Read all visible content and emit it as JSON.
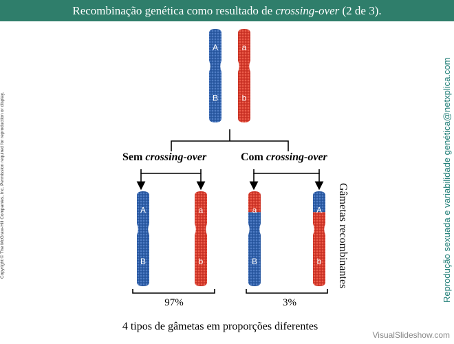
{
  "header": {
    "title_prefix": "Recombinação genética como resultado de ",
    "title_italic": "crossing-over",
    "title_suffix": " (2 de 3)."
  },
  "copyright": "Copyright © The McGraw-Hill Companies, Inc. Permission required for reproduction or display.",
  "side_title": "Reprodução sexuada e variabilidade genética@netxplica.com",
  "branches": {
    "left": {
      "prefix": "Sem ",
      "italic": "crossing-over"
    },
    "right": {
      "prefix": "Com ",
      "italic": "crossing-over"
    }
  },
  "recombinant_label": "Gâmetas recombinantes",
  "percentages": {
    "left": "97%",
    "right": "3%"
  },
  "caption": "4 tipos de gâmetas em proporções diferentes",
  "watermark": "VisualSlideshow.com",
  "colors": {
    "blue": "#2f5fa8",
    "red": "#d63a2c",
    "header": "#2f7e6b",
    "side_title": "#1f7d76"
  },
  "chromosomes": {
    "top": [
      {
        "top_gene": "A",
        "bottom_gene": "B",
        "top_color": "blue",
        "bottom_color": "blue"
      },
      {
        "top_gene": "a",
        "bottom_gene": "b",
        "top_color": "red",
        "bottom_color": "red"
      }
    ],
    "gametes": [
      {
        "top_gene": "A",
        "bottom_gene": "B",
        "top_color": "blue",
        "bottom_color": "blue"
      },
      {
        "top_gene": "a",
        "bottom_gene": "b",
        "top_color": "red",
        "bottom_color": "red"
      },
      {
        "top_gene": "a",
        "bottom_gene": "B",
        "top_color": "red",
        "bottom_color": "blue"
      },
      {
        "top_gene": "A",
        "bottom_gene": "b",
        "top_color": "blue",
        "bottom_color": "red"
      }
    ]
  }
}
